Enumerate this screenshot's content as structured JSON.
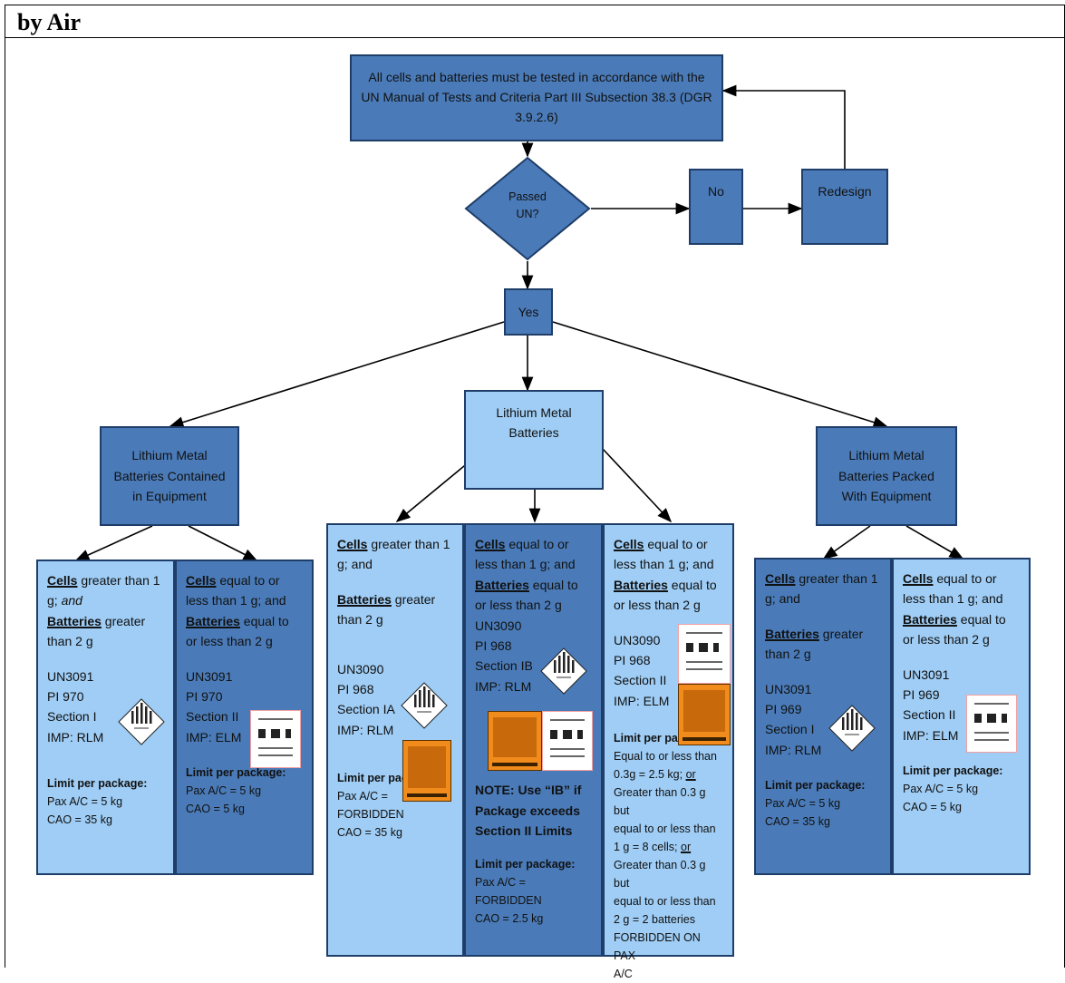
{
  "header": {
    "title": "by Air"
  },
  "top_box": "All cells and batteries must be tested in accordance with the UN Manual of Tests and Criteria Part III Subsection 38.3 (DGR 3.9.2.6)",
  "decision": {
    "label_line1": "Passed",
    "label_line2": "UN?"
  },
  "no_box": "No",
  "redesign_box": "Redesign",
  "yes_box": "Yes",
  "categories": {
    "contained": "Lithium Metal Batteries Contained in Equipment",
    "batteries": "Lithium Metal Batteries",
    "packed": "Lithium Metal Batteries Packed With Equipment"
  },
  "panels": {
    "contained_s1": {
      "cells_word": "Cells",
      "cells_rest": " greater than 1 g; ",
      "and_word": "and",
      "batt_word": "Batteries",
      "batt_rest": " greater than 2 g",
      "un": "UN3091",
      "pi": "PI 970",
      "section": "Section I",
      "imp": "IMP: RLM",
      "limit_title": "Limit per package:",
      "limit1": "Pax A/C = 5 kg",
      "limit2": "CAO = 35 kg"
    },
    "contained_s2": {
      "cells_word": "Cells",
      "cells_rest": " equal to or less than 1 g; and",
      "batt_word": "Batteries",
      "batt_rest": " equal to or less than 2 g",
      "un": "UN3091",
      "pi": "PI 970",
      "section": "Section II",
      "imp": "IMP: ELM",
      "limit_title": "Limit per package:",
      "limit1": "Pax A/C = 5 kg",
      "limit2": "CAO = 5 kg"
    },
    "batt_ia": {
      "cells_word": "Cells",
      "cells_rest": " greater than 1 g; and",
      "batt_word": "Batteries",
      "batt_rest": " greater than 2 g",
      "un": "UN3090",
      "pi": "PI 968",
      "section": "Section IA",
      "imp": "IMP: RLM",
      "limit_title": "Limit per pac",
      "limit1": "Pax A/C =",
      "limit2": "FORBIDDEN",
      "limit3": "CAO = 35 kg"
    },
    "batt_ib": {
      "cells_word": "Cells",
      "cells_rest": " equal to or less than 1 g; and",
      "batt_word": "Batteries",
      "batt_rest": " equal to or less than 2 g",
      "un": "UN3090",
      "pi": "PI 968",
      "section": "Section IB",
      "imp": "IMP: RLM",
      "note": "NOTE: Use “IB” if Package exceeds Section II Limits",
      "limit_title": "Limit per package:",
      "limit1": "Pax A/C = FORBIDDEN",
      "limit2": "CAO = 2.5 kg"
    },
    "batt_ii": {
      "cells_word": "Cells",
      "cells_rest": " equal to or less than 1 g; and",
      "batt_word": "Batteries",
      "batt_rest": " equal to or less than 2 g",
      "un": "UN3090",
      "pi": "PI 968",
      "section": "Section II",
      "imp": "IMP: ELM",
      "limit_title": "Limit per package:",
      "l1": "Equal to or less than",
      "l2": "0.3g = 2.5 kg; ",
      "or1": "or",
      "l3": "Greater than 0.3 g but",
      "l4": "equal to or less than",
      "l5": "1 g  = 8 cells; ",
      "or2": "or",
      "l6": "Greater than 0.3 g but",
      "l7": "equal to or less than",
      "l8": "2 g = 2 batteries",
      "l9": "FORBIDDEN ON PAX",
      "l10": "A/C"
    },
    "packed_s1": {
      "cells_word": "Cells",
      "cells_rest": " greater than 1 g; and",
      "batt_word": "Batteries",
      "batt_rest": " greater than 2 g",
      "un": "UN3091",
      "pi": "PI 969",
      "section": "Section I",
      "imp": "IMP: RLM",
      "limit_title": "Limit per package:",
      "limit1": "Pax A/C = 5 kg",
      "limit2": "CAO = 35 kg"
    },
    "packed_s2": {
      "cells_word": "Cells",
      "cells_rest": " equal to or less than 1 g; and",
      "batt_word": "Batteries",
      "batt_rest": " equal to or less than 2 g",
      "un": "UN3091",
      "pi": "PI 969",
      "section": "Section II",
      "imp": "IMP: ELM",
      "limit_title": "Limit per package:",
      "limit1": "Pax A/C = 5 kg",
      "limit2": "CAO = 5 kg"
    }
  },
  "colors": {
    "dark_box": "#4a7bb8",
    "light_box": "#9fcdf5",
    "border": "#1e3d68",
    "cargo_label": "#f08b1c"
  },
  "icons": [
    "class-9-hazard-label-icon",
    "cargo-aircraft-only-label-icon",
    "lithium-battery-handling-label-icon"
  ]
}
